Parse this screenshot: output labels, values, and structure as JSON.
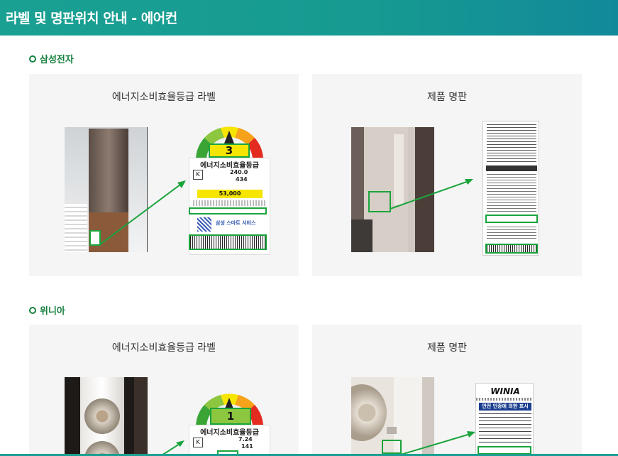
{
  "header": {
    "title": "라벨 및 명판위치 안내 - 에어컨"
  },
  "sections": [
    {
      "name": "삼성전자",
      "panels": [
        {
          "title": "에너지소비효율등급 라벨",
          "label": {
            "grade": "3",
            "heading": "에너지소비효율등급",
            "value1": "240.0",
            "value2": "434",
            "cost": "53,000",
            "service": "삼성 스마트 서비스"
          }
        },
        {
          "title": "제품 명판"
        }
      ]
    },
    {
      "name": "위니아",
      "panels": [
        {
          "title": "에너지소비효율등급 라벨",
          "label": {
            "grade": "1",
            "heading": "에너지소비효율등급",
            "value1": "7.24",
            "value2": "141"
          }
        },
        {
          "title": "제품 명판",
          "plate": {
            "brand": "WINIA",
            "banner": "안전 인증에 의한 표시"
          }
        }
      ]
    }
  ],
  "colors": {
    "header": "#1aa093",
    "accent": "#17813f",
    "highlight": "#1aa43c",
    "panel": "#f5f5f5"
  }
}
